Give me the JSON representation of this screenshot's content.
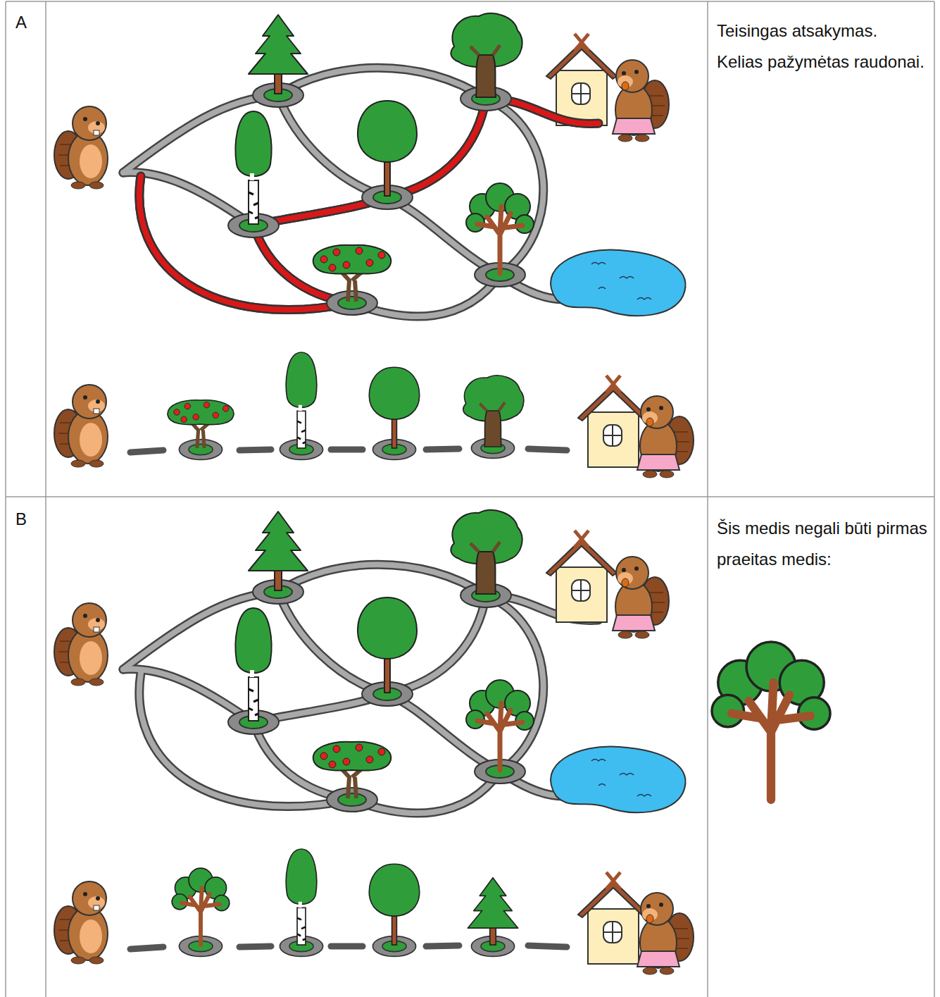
{
  "diagram": {
    "labels": [
      "A",
      "Teisingas atsakymas. Kelias pažymėtas raudonai.",
      "B",
      "Šis medis negali būti pirmas praeitas medis:"
    ]
  }
}
